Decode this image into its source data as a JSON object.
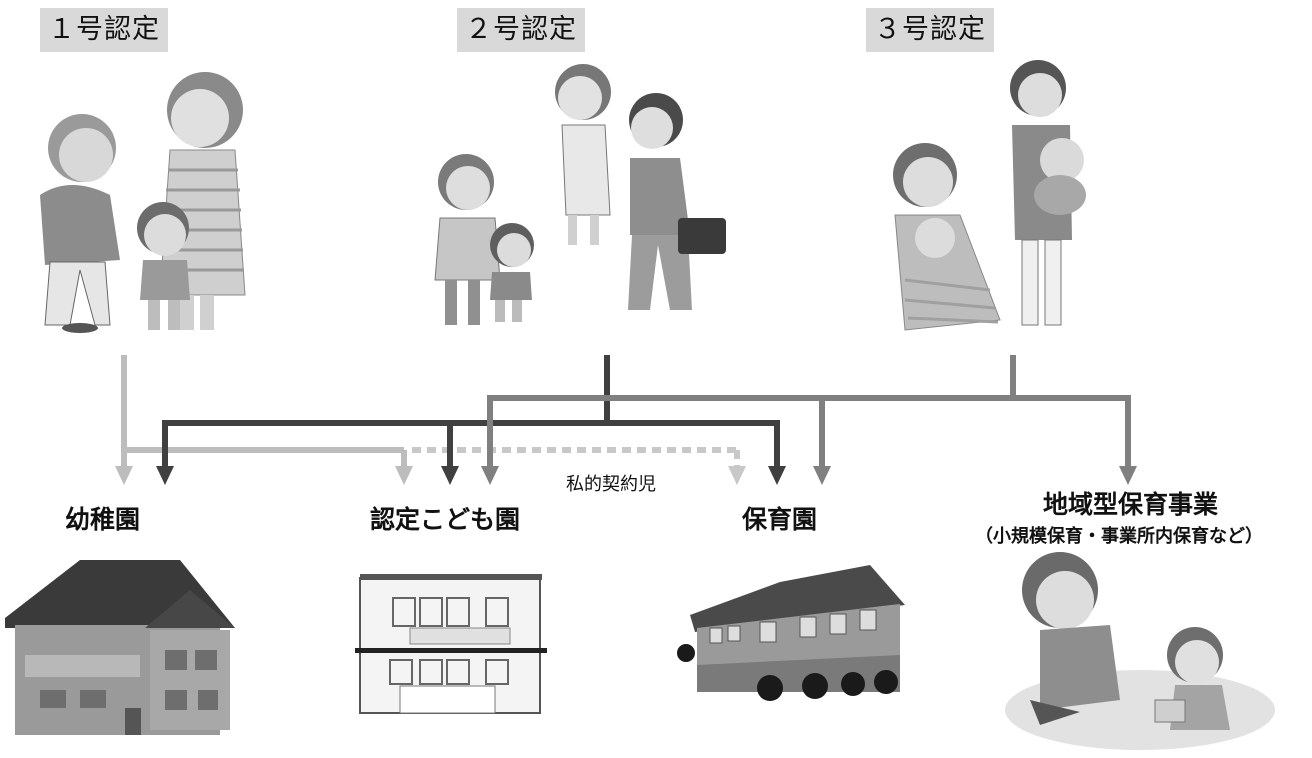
{
  "certifications": {
    "c1": "１号認定",
    "c2": "２号認定",
    "c3": "３号認定"
  },
  "destinations": {
    "kindergarten": "幼稚園",
    "kodomoen": "認定こども園",
    "nursery": "保育園",
    "community": "地域型保育事業",
    "community_sub": "（小規模保育・事業所内保育など）"
  },
  "private_contract_note": "私的契約児",
  "colors": {
    "line_c1": "#bdbdbd",
    "line_c2": "#404040",
    "line_c3": "#808080",
    "badge_bg": "#d9d9d9"
  }
}
